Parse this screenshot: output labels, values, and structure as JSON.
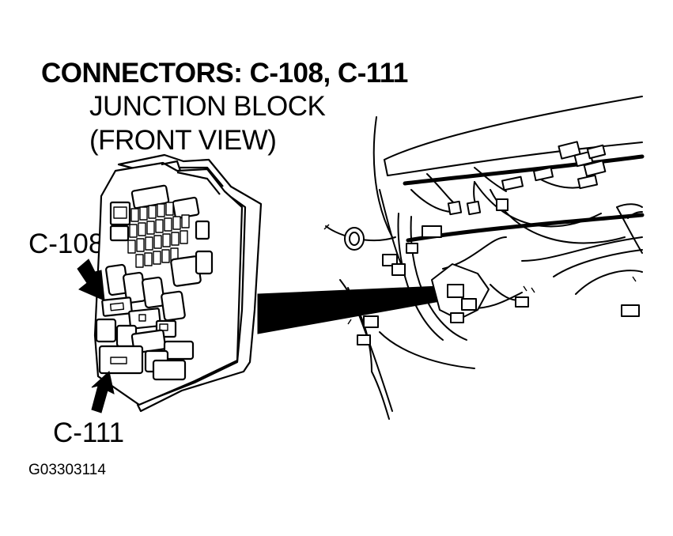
{
  "diagram": {
    "title": "CONNECTORS: C-108, C-111",
    "subtitle_line1": "JUNCTION BLOCK",
    "subtitle_line2": "(FRONT VIEW)",
    "callouts": {
      "c108": "C-108",
      "c111": "C-111"
    },
    "figure_id": "G03303114"
  },
  "colors": {
    "ink": "#000000",
    "paper": "#ffffff"
  }
}
